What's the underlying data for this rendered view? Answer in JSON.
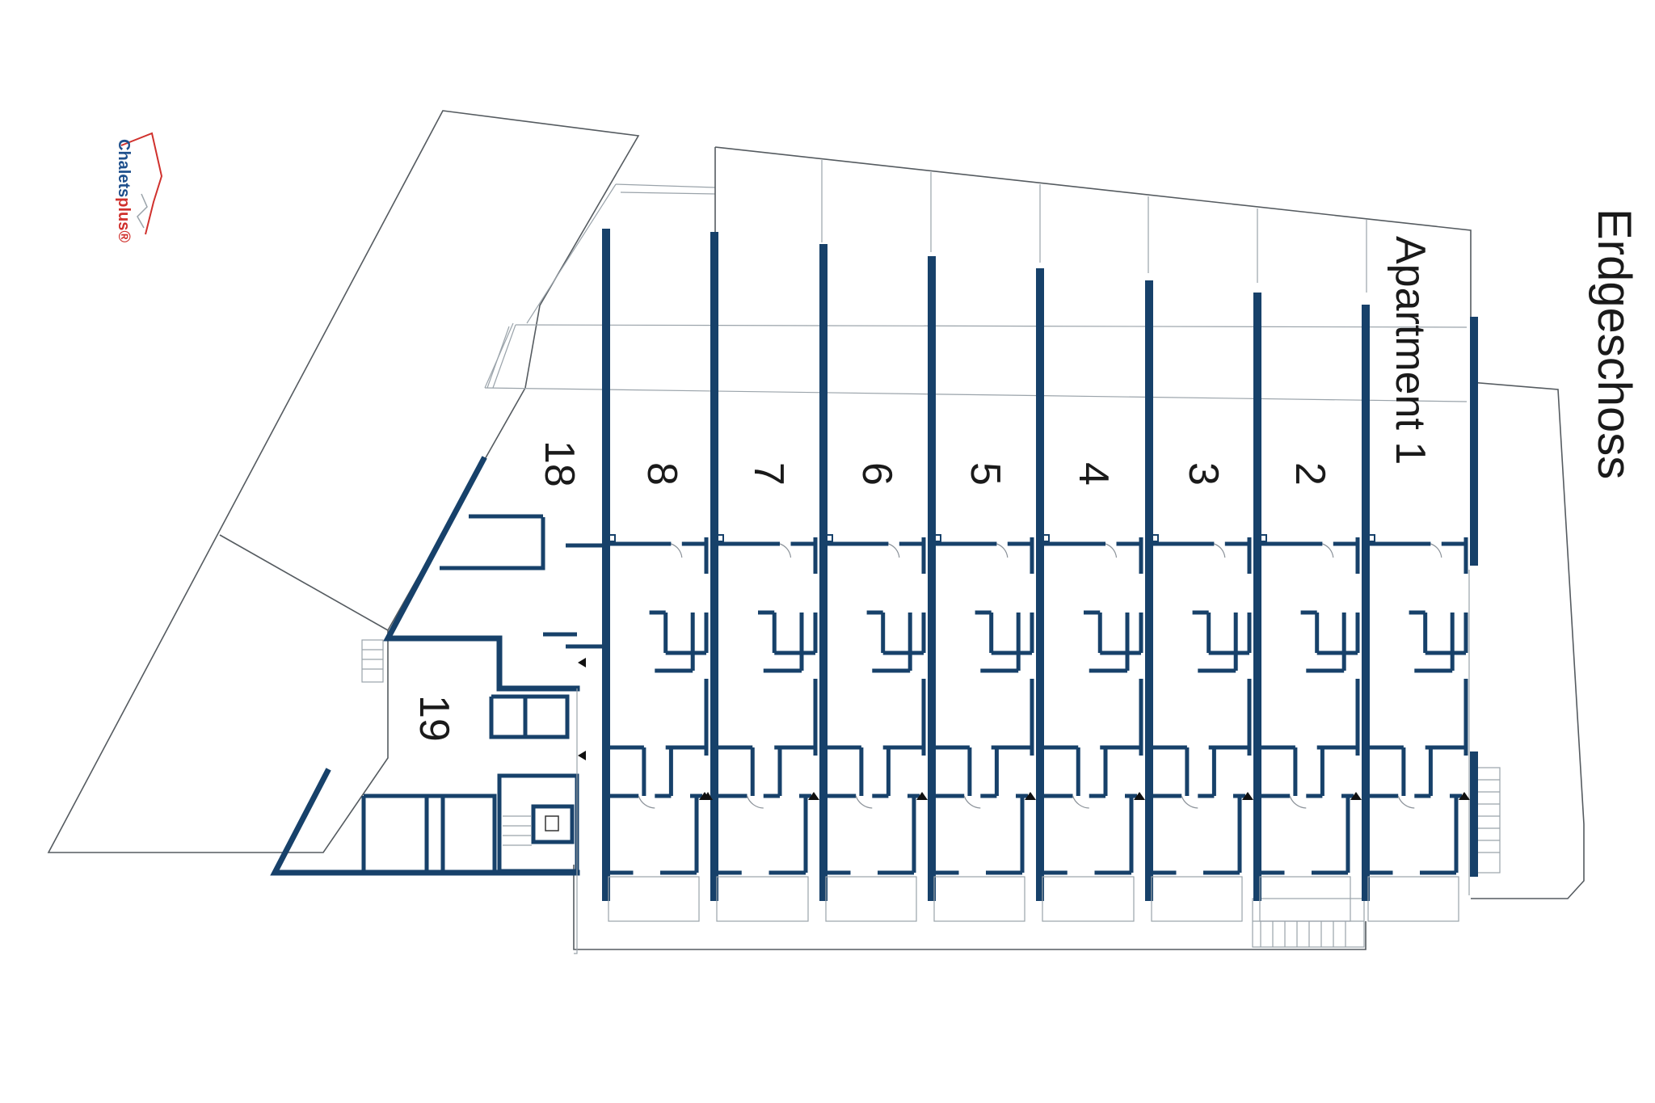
{
  "floor_title": "Erdgeschoss",
  "logo": {
    "word1": "Chalets",
    "word2": "plus",
    "mark": "®",
    "roof_icon": "roof-icon"
  },
  "apartments": [
    {
      "label": "Apartment 1"
    },
    {
      "label": "2"
    },
    {
      "label": "3"
    },
    {
      "label": "4"
    },
    {
      "label": "5"
    },
    {
      "label": "6"
    },
    {
      "label": "7"
    },
    {
      "label": "8"
    }
  ],
  "units": {
    "unit_18": "18",
    "unit_19": "19"
  },
  "colors": {
    "wall": "#17416a",
    "outline": "#555b60",
    "logo_blue": "#1e4f8c",
    "logo_red": "#d0312d"
  }
}
